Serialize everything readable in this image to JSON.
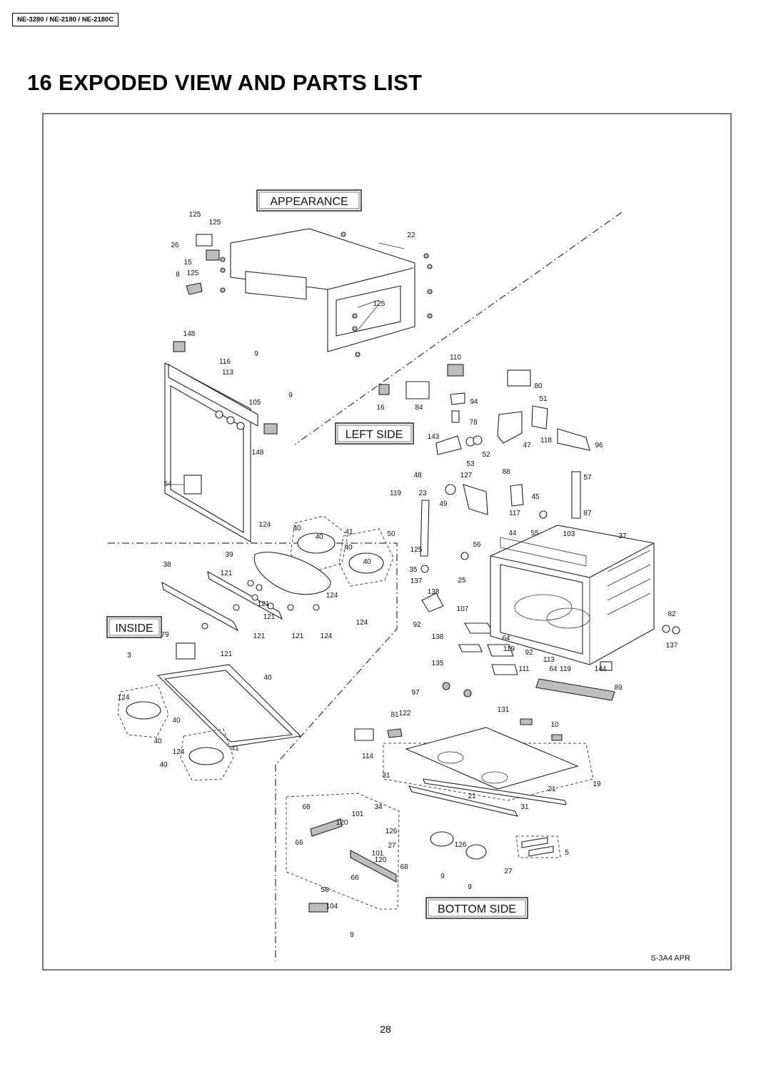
{
  "header": {
    "model_tag": "NE-3280 / NE-2180 / NE-2180C",
    "title": "16 EXPODED VIEW AND PARTS LIST"
  },
  "diagram": {
    "sections": {
      "appearance": "APPEARANCE",
      "left_side": "LEFT SIDE",
      "inside": "INSIDE",
      "bottom_side": "BOTTOM SIDE"
    },
    "drawing_code": "S-3A4 APR",
    "part_callouts": {
      "appearance": [
        "125",
        "125",
        "26",
        "15",
        "8",
        "125",
        "22",
        "125",
        "148",
        "9",
        "116",
        "113",
        "105",
        "9",
        "148",
        "54"
      ],
      "left_side": [
        "110",
        "80",
        "16",
        "84",
        "94",
        "51",
        "78",
        "143",
        "53",
        "52",
        "47",
        "118",
        "96",
        "88",
        "48",
        "127",
        "57",
        "119",
        "23",
        "49",
        "45",
        "117",
        "87",
        "44",
        "55",
        "103",
        "50",
        "125",
        "56",
        "37",
        "35",
        "137",
        "25",
        "138",
        "107",
        "92",
        "82",
        "137",
        "138",
        "64",
        "119",
        "92",
        "113",
        "135",
        "111",
        "64",
        "119",
        "144",
        "97",
        "89",
        "131",
        "89"
      ],
      "inside": [
        "41",
        "124",
        "40",
        "40",
        "40",
        "40",
        "39",
        "38",
        "121",
        "124",
        "121",
        "121",
        "124",
        "79",
        "121",
        "121",
        "121",
        "124",
        "3",
        "40",
        "124",
        "40",
        "40",
        "124",
        "41",
        "40"
      ],
      "bottom_side": [
        "81",
        "122",
        "10",
        "114",
        "31",
        "19",
        "21",
        "21",
        "31",
        "68",
        "34",
        "101",
        "120",
        "126",
        "27",
        "126",
        "66",
        "101",
        "120",
        "68",
        "5",
        "66",
        "9",
        "27",
        "9",
        "58",
        "104",
        "9"
      ]
    }
  },
  "footer": {
    "page_number": "28"
  }
}
